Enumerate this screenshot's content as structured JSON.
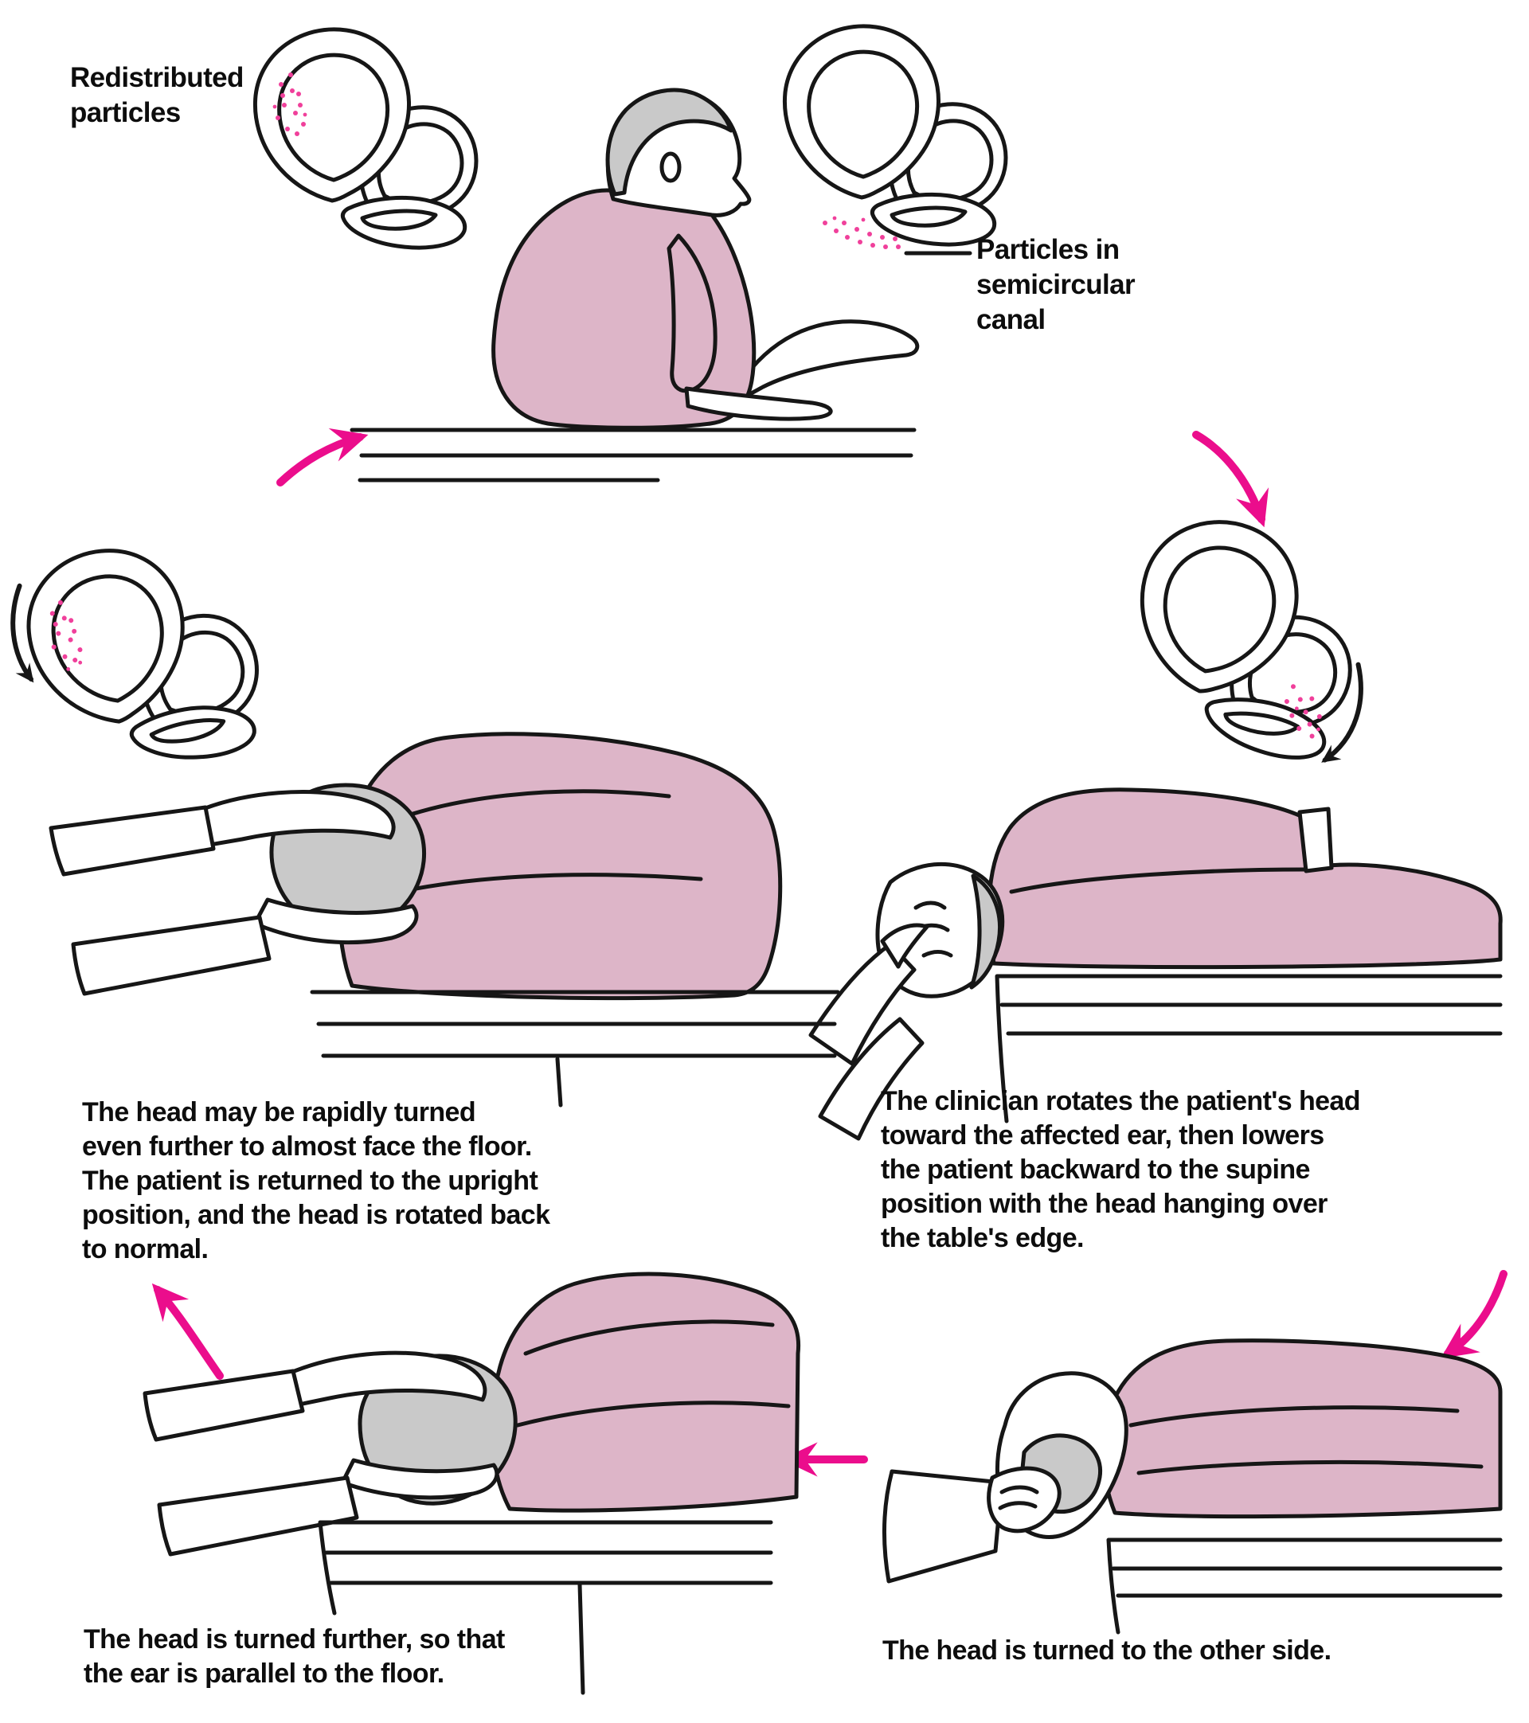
{
  "figure": {
    "type": "medical-illustration",
    "subject": "Canalith repositioning maneuver shown as a cycle of patient positions with inner-ear diagrams"
  },
  "labels": {
    "redistributed_particles": "Redistributed\nparticles",
    "particles_in_canal": "Particles in\nsemicircular\ncanal"
  },
  "captions": {
    "lower_supine": "The clinician rotates the patient's head\ntoward the affected ear, then lowers\nthe patient backward to the supine\nposition with the head hanging over\nthe table's edge.",
    "turn_other_side": "The head is turned to the other side.",
    "turn_further": "The head is turned further, so that\nthe ear is parallel to the floor.",
    "return_upright": "The head may be rapidly turned\neven further to almost face the floor.\nThe patient is returned to the upright\nposition, and the head is rotated back\nto normal."
  },
  "colors": {
    "shirt_pink": "#DDB5C8",
    "arrow_pink": "#EB0D8C",
    "particle_pink": "#F0409B",
    "hair_gray": "#C9C9C9",
    "line_black": "#161616",
    "background": "#FFFFFF"
  }
}
